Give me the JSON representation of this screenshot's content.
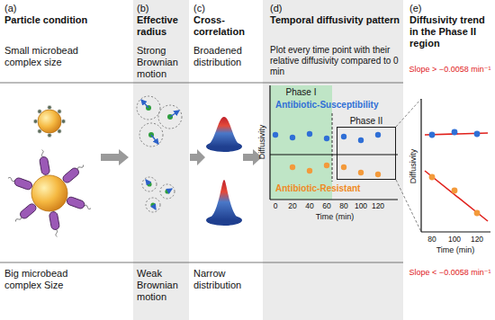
{
  "diagram": {
    "nodes": [
      {
        "text": [
          "Phase I"
        ]
      },
      {
        "text": [
          "Phase II"
        ]
      }
    ],
    "labels": [
      "(a)",
      "(b)",
      "(c)",
      "(d)",
      "(e)",
      "Particle condition",
      "Effective radius",
      "Cross-correlation",
      "Temporal diffusivity pattern",
      "Diffusivity trend in the Phase II region",
      "Small microbead complex size",
      "Strong Brownian motion",
      "Broadened distribution",
      "Plot every time point with their relative diffusivity compared to 0 min",
      "Slope > −0.0058 min⁻¹",
      "Antibiotic-Susceptibility",
      "Antibiotic-Resistant",
      "Diffusivity",
      "0",
      "20",
      "40",
      "60",
      "80",
      "100",
      "120",
      "Time (min)",
      "Diffusivity",
      "80",
      "100",
      "120",
      "Time (min)",
      "Big microbead complex Size",
      "Weak Brownian motion",
      "Narrow distribution",
      "Slope < −0.0058 min⁻¹"
    ]
  }
}
